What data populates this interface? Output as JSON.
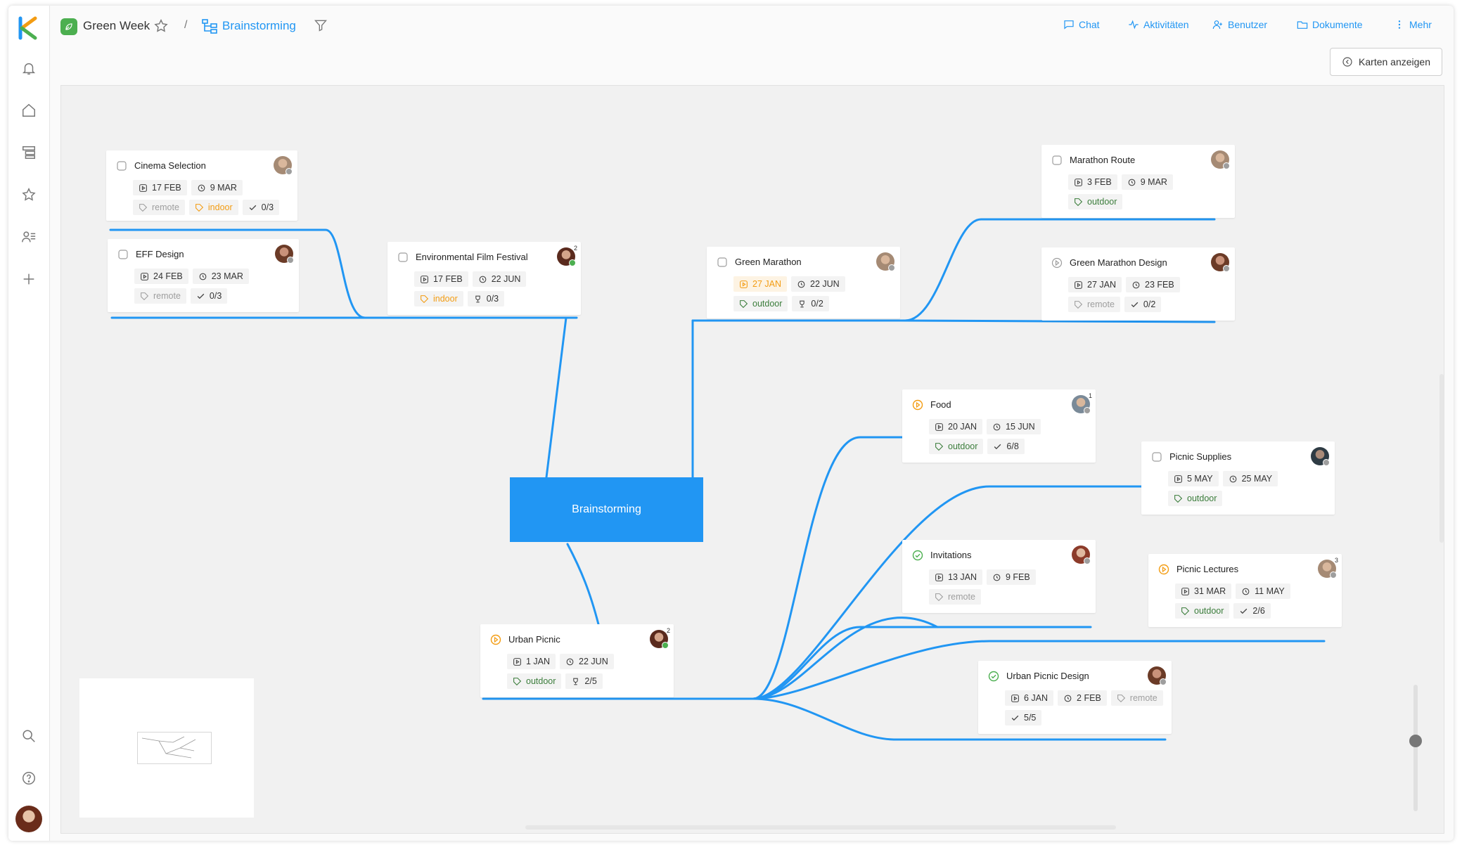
{
  "workspace": {
    "title": "Green Week",
    "accent": "#4caf50"
  },
  "breadcrumb": {
    "separator": "/",
    "board": "Brainstorming"
  },
  "nav": {
    "chat": "Chat",
    "activities": "Aktivitäten",
    "users": "Benutzer",
    "documents": "Dokumente",
    "more": "Mehr"
  },
  "actions": {
    "show_cards": "Karten anzeigen"
  },
  "central": {
    "label": "Brainstorming",
    "color": "#2196f3"
  },
  "cards": {
    "cinema_selection": {
      "title": "Cinema Selection",
      "start": "17 FEB",
      "due": "9 MAR",
      "tag1": "remote",
      "tag2": "indoor",
      "checklist": "0/3"
    },
    "eff_design": {
      "title": "EFF Design",
      "start": "24 FEB",
      "due": "23 MAR",
      "tag1": "remote",
      "checklist": "0/3"
    },
    "env_film_festival": {
      "title": "Environmental Film Festival",
      "start": "17 FEB",
      "due": "22 JUN",
      "tag1": "indoor",
      "subtasks": "0/3",
      "avatar_count": "2"
    },
    "green_marathon": {
      "title": "Green Marathon",
      "start": "27 JAN",
      "due": "22 JUN",
      "tag1": "outdoor",
      "subtasks": "0/2"
    },
    "marathon_route": {
      "title": "Marathon Route",
      "start": "3 FEB",
      "due": "9 MAR",
      "tag1": "outdoor"
    },
    "green_marathon_design": {
      "title": "Green Marathon Design",
      "start": "27 JAN",
      "due": "23 FEB",
      "tag1": "remote",
      "checklist": "0/2"
    },
    "food": {
      "title": "Food",
      "start": "20 JAN",
      "due": "15 JUN",
      "tag1": "outdoor",
      "checklist": "6/8",
      "avatar_count": "1"
    },
    "picnic_supplies": {
      "title": "Picnic Supplies",
      "start": "5 MAY",
      "due": "25 MAY",
      "tag1": "outdoor"
    },
    "invitations": {
      "title": "Invitations",
      "start": "13 JAN",
      "due": "9 FEB",
      "tag1": "remote"
    },
    "picnic_lectures": {
      "title": "Picnic Lectures",
      "start": "31 MAR",
      "due": "11 MAY",
      "tag1": "outdoor",
      "checklist": "2/6",
      "avatar_count": "3"
    },
    "urban_picnic": {
      "title": "Urban Picnic",
      "start": "1 JAN",
      "due": "22 JUN",
      "tag1": "outdoor",
      "subtasks": "2/5",
      "avatar_count": "2"
    },
    "urban_picnic_design": {
      "title": "Urban Picnic Design",
      "start": "6 JAN",
      "due": "2 FEB",
      "tag1": "remote",
      "checklist": "5/5"
    }
  },
  "icons": {
    "sidebar": [
      "bell-icon",
      "home-icon",
      "boards-icon",
      "star-icon",
      "team-icon",
      "plus-icon",
      "search-icon",
      "help-icon"
    ],
    "start": "play-icon",
    "due": "clock-icon",
    "tag": "tag-icon",
    "checklist": "check-icon",
    "subtasks": "trophy-icon"
  },
  "colors": {
    "edge": "#2196f3",
    "in_progress": "#f39c12",
    "done": "#4caf50",
    "todo": "#9e9e9e"
  }
}
